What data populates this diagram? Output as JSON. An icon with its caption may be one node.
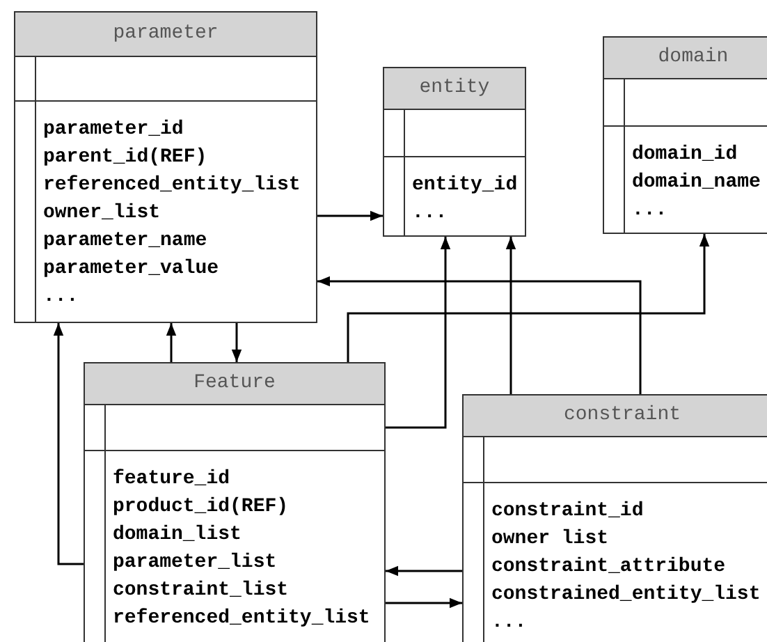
{
  "diagram": {
    "nodes": [
      {
        "text": [
          "parameter",
          "parameter_id",
          "parent_id(REF)",
          "referenced_entity_list",
          "owner_list",
          "parameter_name",
          "parameter_value",
          "..."
        ]
      },
      {
        "text": [
          "entity",
          "entity_id",
          "..."
        ]
      },
      {
        "text": [
          "domain",
          "domain_id",
          "domain_name",
          "..."
        ]
      },
      {
        "text": [
          "Feature",
          "feature_id",
          "product_id(REF)",
          "domain_list",
          "parameter_list",
          "constraint_list",
          "referenced_entity_list"
        ]
      },
      {
        "text": [
          "constraint",
          "constraint_id",
          "owner list",
          "constraint_attribute",
          "constrained_entity_list",
          "..."
        ]
      }
    ],
    "edges": [
      {
        "from": 0,
        "to": 1,
        "arrow": "to"
      },
      {
        "from": 4,
        "to": 0,
        "arrow": "to"
      },
      {
        "from": 3,
        "to": 2,
        "arrow": "to"
      },
      {
        "from": 3,
        "to": 1,
        "arrow": "to"
      },
      {
        "from": 4,
        "to": 1,
        "arrow": "to"
      },
      {
        "from": 3,
        "to": 0,
        "arrow": "to"
      },
      {
        "from": 0,
        "to": 3,
        "arrow": "to"
      },
      {
        "from": 3,
        "to": 0,
        "arrow": "to"
      },
      {
        "from": 4,
        "to": 3,
        "arrow": "to"
      },
      {
        "from": 3,
        "to": 4,
        "arrow": "to"
      }
    ]
  }
}
